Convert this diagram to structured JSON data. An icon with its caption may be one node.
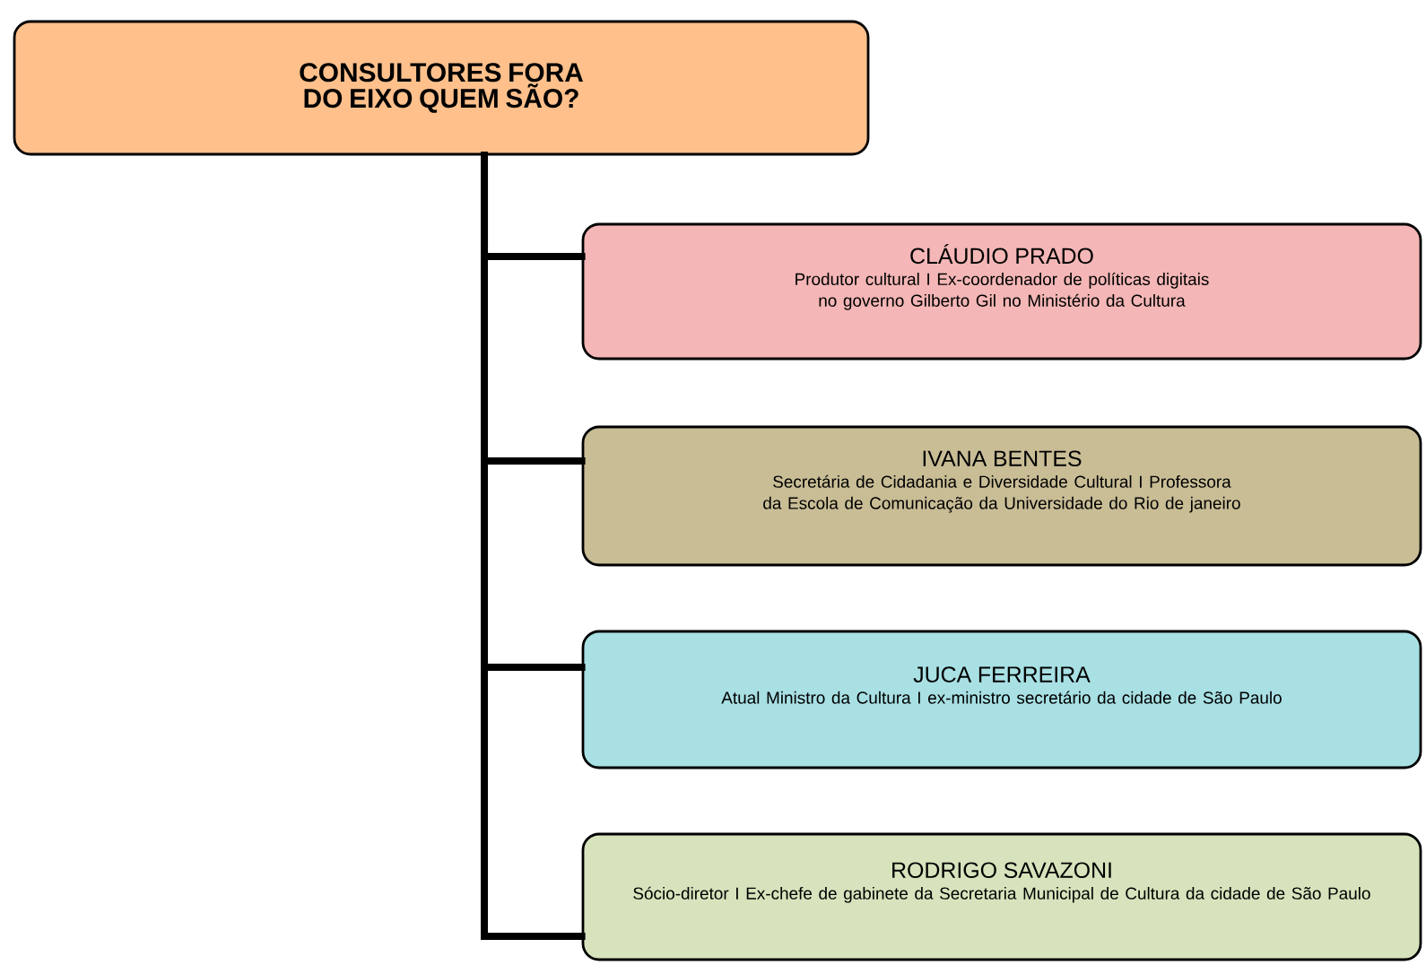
{
  "diagram": {
    "nodes": [
      {
        "text": [
          "CONSULTORES FORA DO EIXO QUEM SÃO?"
        ]
      },
      {
        "text": [
          "CLÁUDIO PRADO",
          "Produtor cultural I Ex-coordenador de políticas digitais no governo Gilberto Gil no Ministério da Cultura"
        ]
      },
      {
        "text": [
          "IVANA BENTES",
          "Secretária de Cidadania e Diversidade Cultural I Professora da Escola de Comunicação da Universidade do Rio de janeiro"
        ]
      },
      {
        "text": [
          "JUCA FERREIRA",
          "Atual Ministro da Cultura I ex-ministro secretário da cidade de São Paulo"
        ]
      },
      {
        "text": [
          "RODRIGO SAVAZONI",
          "Sócio-diretor I Ex-chefe de gabinete da Secretaria Municipal de Cultura da cidade de São Paulo"
        ]
      }
    ],
    "edges": [
      {
        "from": 0,
        "to": 1,
        "arrow": "none"
      },
      {
        "from": 0,
        "to": 2,
        "arrow": "none"
      },
      {
        "from": 0,
        "to": 3,
        "arrow": "none"
      },
      {
        "from": 0,
        "to": 4,
        "arrow": "none"
      }
    ]
  }
}
